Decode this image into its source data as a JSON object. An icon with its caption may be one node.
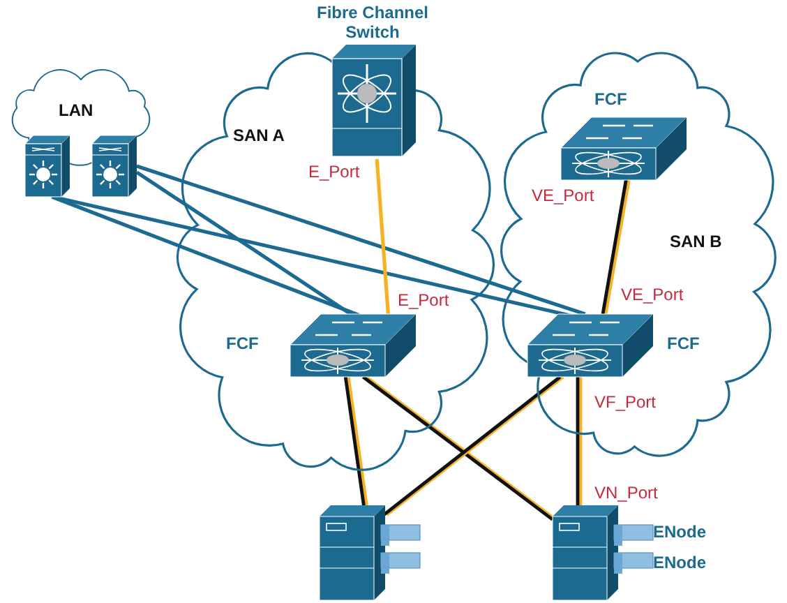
{
  "diagram": {
    "nodes": [
      {
        "text": [
          "LAN"
        ]
      },
      {
        "text": [
          "SAN A"
        ]
      },
      {
        "text": [
          "SAN B"
        ]
      },
      {
        "text": [],
        "shape": "box"
      },
      {
        "text": [],
        "shape": "box"
      },
      {
        "text": [
          "Fibre Channel Switch"
        ],
        "in": 1
      },
      {
        "text": [
          "FCF"
        ],
        "in": 2
      },
      {
        "text": [
          "FCF"
        ],
        "in": 1
      },
      {
        "text": [
          "FCF"
        ],
        "in": 2
      },
      {
        "text": [],
        "shape": "box"
      },
      {
        "text": [],
        "shape": "box",
        "beside": [
          "ENode",
          "ENode"
        ]
      }
    ],
    "edges": [
      {
        "from": 3,
        "to": 7,
        "arrow": "none",
        "color": "#1d6a91"
      },
      {
        "from": 3,
        "to": 8,
        "arrow": "none",
        "color": "#1d6a91"
      },
      {
        "from": 4,
        "to": 7,
        "arrow": "none",
        "color": "#1d6a91"
      },
      {
        "from": 4,
        "to": 8,
        "arrow": "none",
        "color": "#1d6a91"
      },
      {
        "from": 5,
        "to": 7,
        "arrow": "none",
        "color": "#f5b324"
      },
      {
        "from": 6,
        "to": 8,
        "arrow": "none"
      },
      {
        "from": 7,
        "to": 9,
        "arrow": "none"
      },
      {
        "from": 7,
        "to": 10,
        "arrow": "none"
      },
      {
        "from": 8,
        "to": 9,
        "arrow": "none"
      },
      {
        "from": 8,
        "to": 10,
        "arrow": "none"
      }
    ],
    "labels": [
      "E_Port",
      "VE_Port",
      "VE_Port",
      "E_Port",
      "VF_Port",
      "VN_Port"
    ]
  }
}
